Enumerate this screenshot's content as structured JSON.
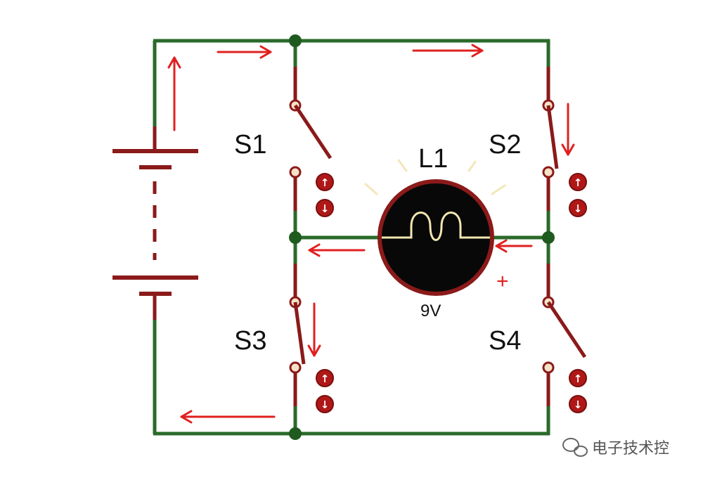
{
  "colors": {
    "wire_green": "#2a6a2a",
    "wire_red": "#8b1a1a",
    "arrow_red": "#e02020",
    "node": "#1f5a1f",
    "lamp_fill": "#080808",
    "filament": "#f2e6b0",
    "ray": "#f3e7b8",
    "button_fill": "#b01818"
  },
  "labels": {
    "s1": "S1",
    "s2": "S2",
    "s3": "S3",
    "s4": "S4",
    "lamp": "L1",
    "voltage": "9V",
    "plus": "+"
  },
  "switch_buttons": {
    "up_glyph": "↑",
    "down_glyph": "↓"
  },
  "watermark": {
    "icon": "wechat-icon",
    "text": "电子技术控"
  }
}
